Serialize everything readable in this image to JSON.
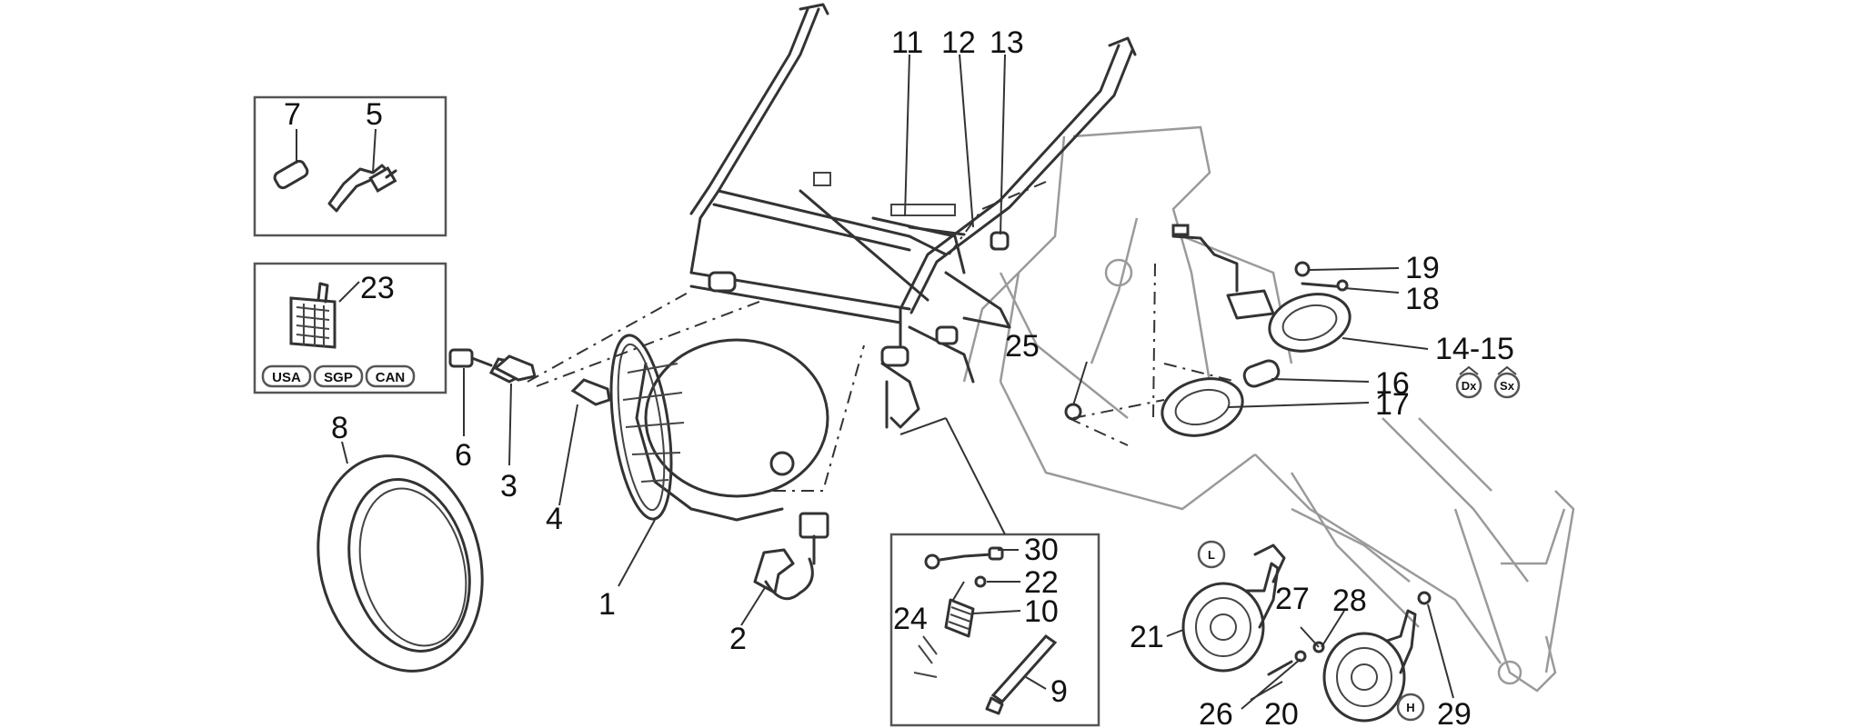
{
  "callouts": {
    "c1": "1",
    "c2": "2",
    "c3": "3",
    "c4": "4",
    "c5": "5",
    "c6": "6",
    "c7": "7",
    "c8": "8",
    "c9": "9",
    "c10": "10",
    "c11": "11",
    "c12": "12",
    "c13": "13",
    "c14_15": "14-15",
    "c16": "16",
    "c17": "17",
    "c18": "18",
    "c19": "19",
    "c20": "20",
    "c21": "21",
    "c22": "22",
    "c23": "23",
    "c24": "24",
    "c25": "25",
    "c26": "26",
    "c27": "27",
    "c28": "28",
    "c29": "29",
    "c30": "30"
  },
  "market_codes": [
    "USA",
    "SGP",
    "CAN"
  ],
  "side_badges": {
    "right": "Dx",
    "left": "Sx"
  },
  "horn_badges": {
    "low": "L",
    "high": "H"
  },
  "colors": {
    "line": "#333333",
    "ghost_frame": "#9a9a9a",
    "background": "#ffffff"
  }
}
